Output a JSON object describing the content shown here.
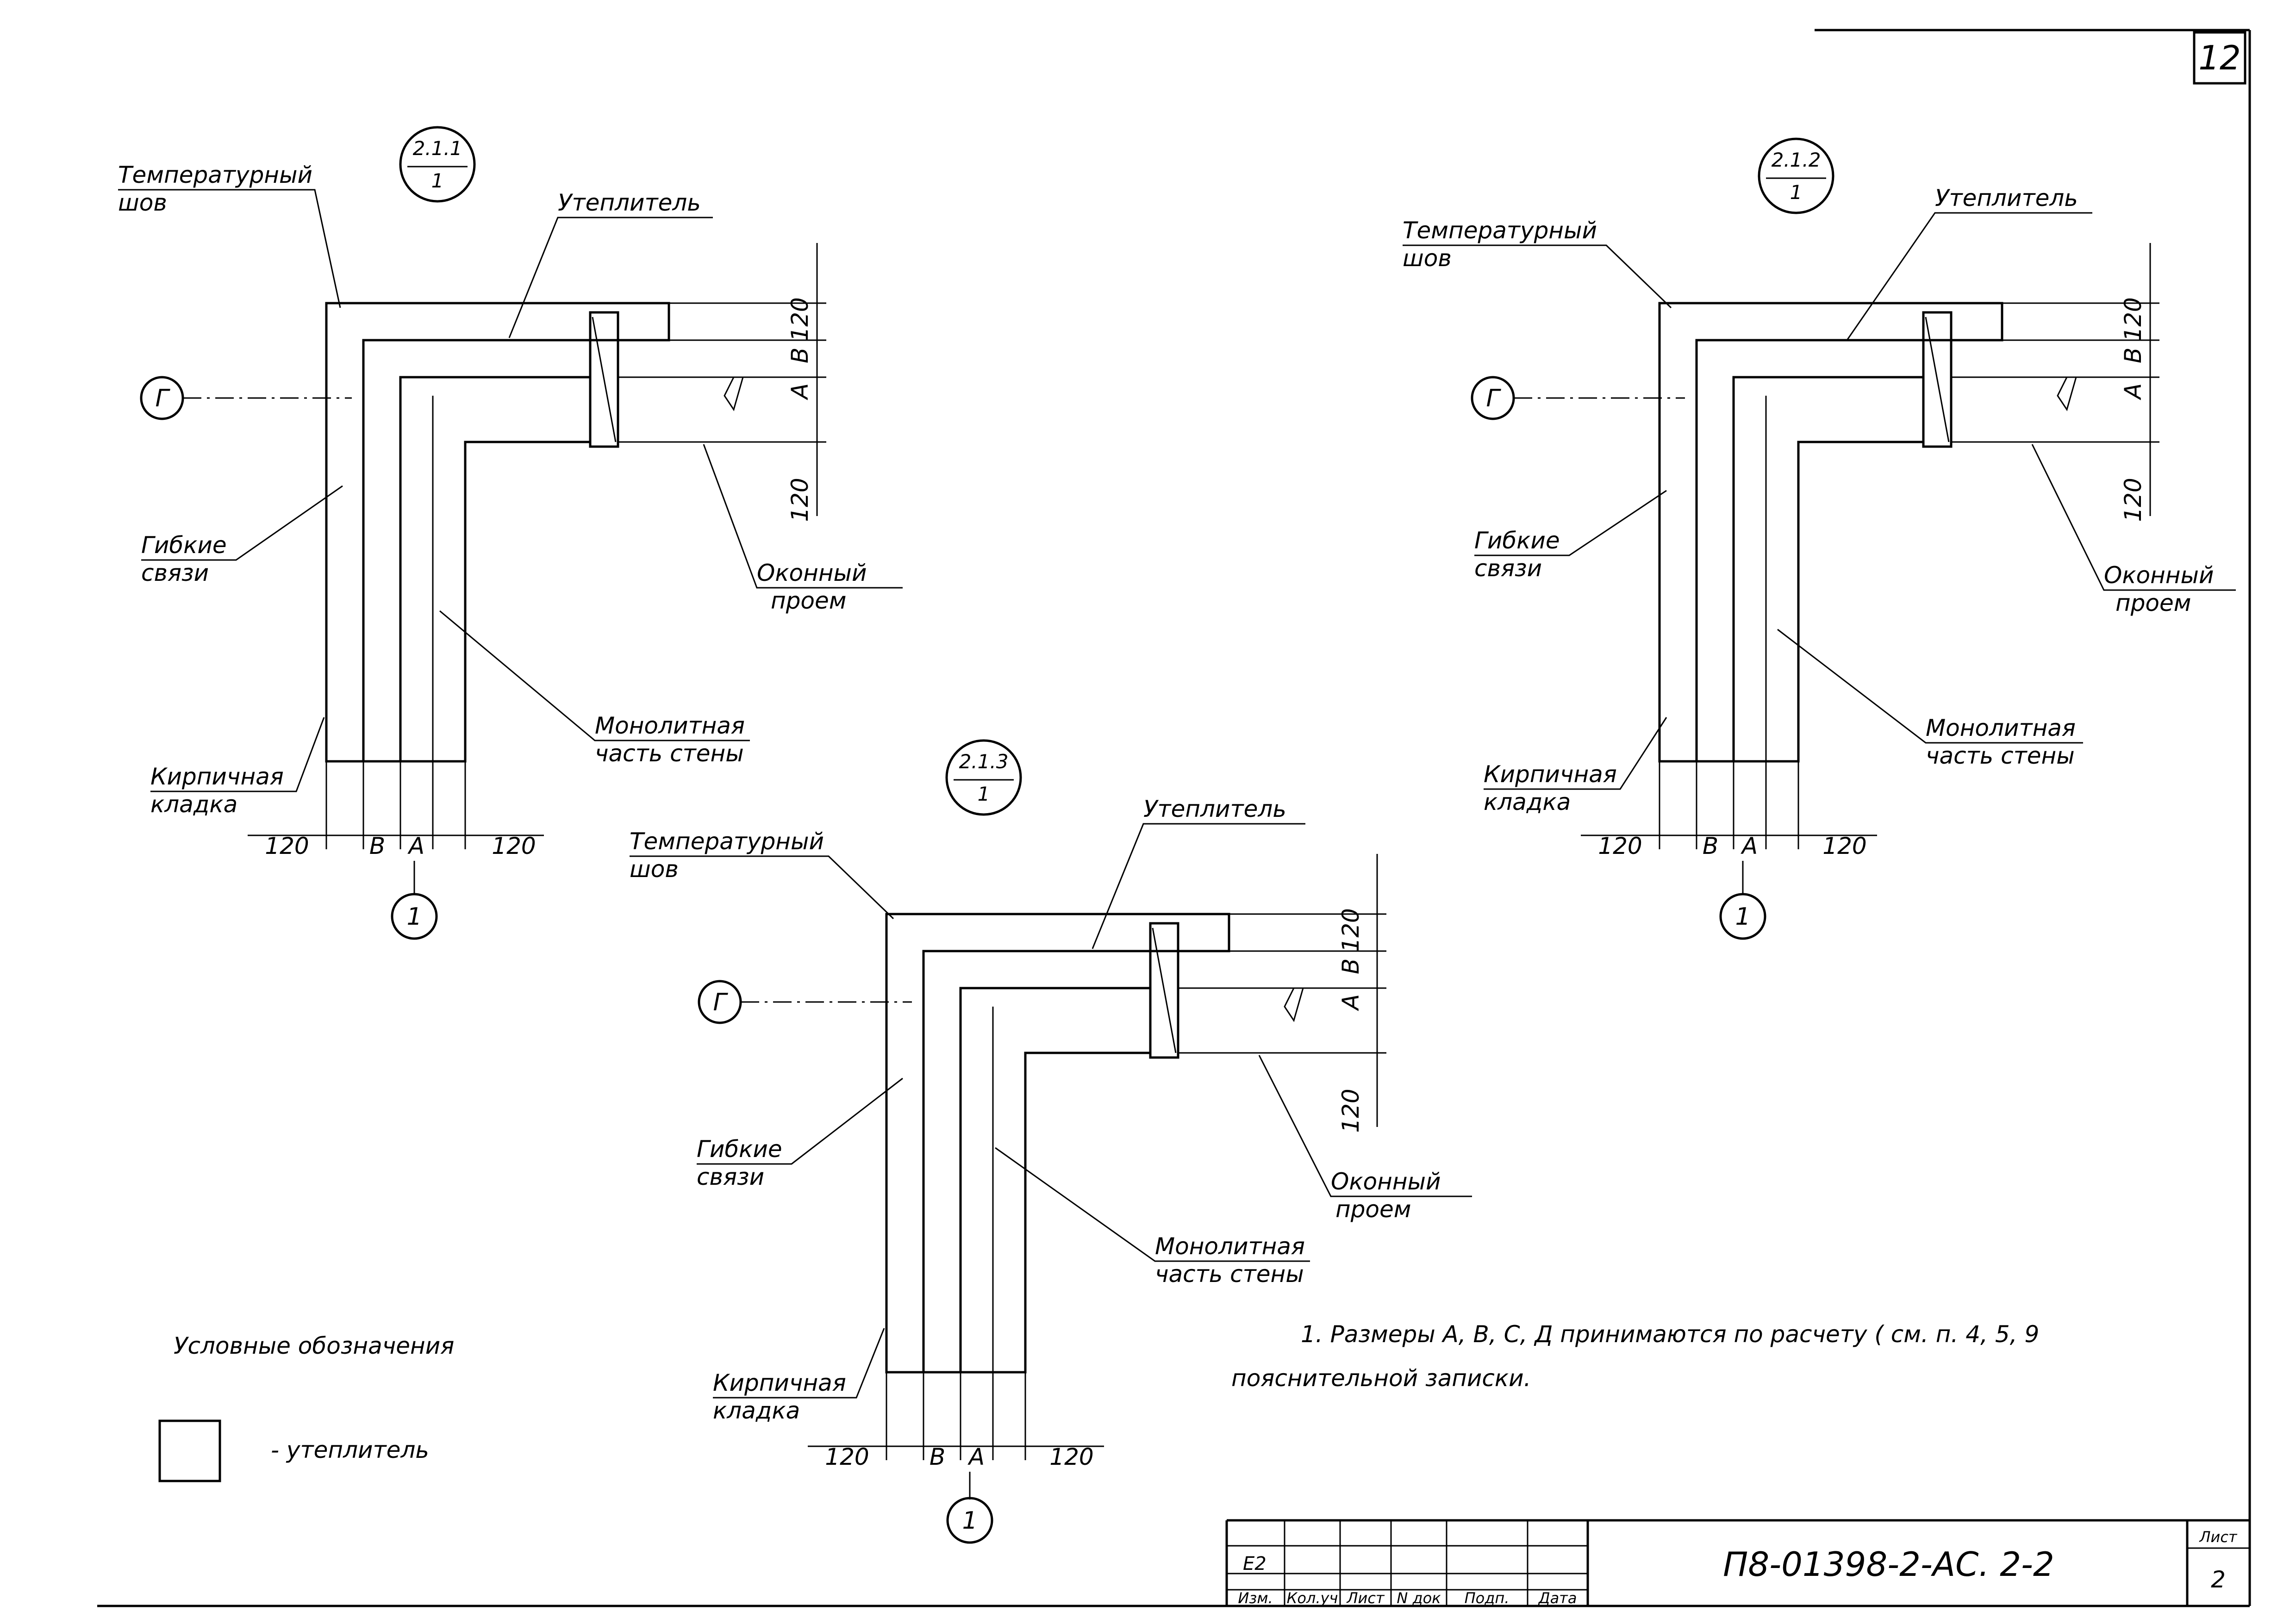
{
  "sheet_number_top": "12",
  "details": [
    {
      "mark_top": "2.1.1",
      "mark_bottom": "1",
      "labels": {
        "joint_1": "Температурный",
        "joint_2": "шов",
        "insulation": "Утеплитель",
        "ties_1": "Гибкие",
        "ties_2": "связи",
        "window_1": "Оконный",
        "window_2": "проем",
        "monolith_1": "Монолитная",
        "monolith_2": "часть стены",
        "brick_1": "Кирпичная",
        "brick_2": "кладка"
      },
      "axis_left": "Г",
      "axis_bottom": "1",
      "dims_right": [
        "120",
        "В",
        "А",
        "120"
      ],
      "dims_bottom": [
        "120",
        "В",
        "А",
        "120"
      ]
    },
    {
      "mark_top": "2.1.2",
      "mark_bottom": "1",
      "labels": {
        "joint_1": "Температурный",
        "joint_2": "шов",
        "insulation": "Утеплитель",
        "ties_1": "Гибкие",
        "ties_2": "связи",
        "window_1": "Оконный",
        "window_2": "проем",
        "monolith_1": "Монолитная",
        "monolith_2": "часть стены",
        "brick_1": "Кирпичная",
        "brick_2": "кладка"
      },
      "axis_left": "Г",
      "axis_bottom": "1",
      "dims_right": [
        "120",
        "В",
        "А",
        "120"
      ],
      "dims_bottom": [
        "120",
        "В",
        "А",
        "120"
      ]
    },
    {
      "mark_top": "2.1.3",
      "mark_bottom": "1",
      "labels": {
        "joint_1": "Температурный",
        "joint_2": "шов",
        "insulation": "Утеплитель",
        "ties_1": "Гибкие",
        "ties_2": "связи",
        "window_1": "Оконный",
        "window_2": "проем",
        "monolith_1": "Монолитная",
        "monolith_2": "часть стены",
        "brick_1": "Кирпичная",
        "brick_2": "кладка"
      },
      "axis_left": "Г",
      "axis_bottom": "1",
      "dims_right": [
        "120",
        "В",
        "А",
        "120"
      ],
      "dims_bottom": [
        "120",
        "В",
        "А",
        "120"
      ]
    }
  ],
  "legend": {
    "title": "Условные обозначения",
    "item": "- утеплитель"
  },
  "notes": {
    "line1": "1.  Размеры   А, В, С, Д  принимаются по расчету ( см.   п.   4, 5, 9",
    "line2": "пояснительной записки."
  },
  "title_block": {
    "headers": [
      "Изм.",
      "Кол.уч",
      "Лист",
      "N док",
      "Подп.",
      "Дата"
    ],
    "row_value": "Е2",
    "document_number": "П8-01398-2-АС. 2-2",
    "sheet_label": "Лист",
    "sheet_value": "2"
  }
}
